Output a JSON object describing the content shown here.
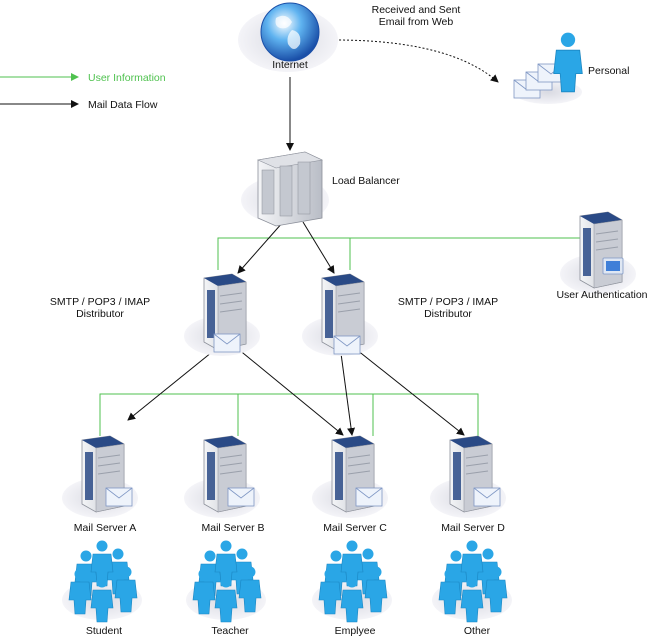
{
  "legend": {
    "user_information": "User Information",
    "mail_data_flow": "Mail Data Flow"
  },
  "nodes": {
    "internet": "Internet",
    "internet_note_line1": "Received and Sent",
    "internet_note_line2": "Email from Web",
    "personal": "Personal",
    "load_balancer": "Load Balancer",
    "user_authentication": "User Authentication",
    "distributor_line1": "SMTP / POP3 / IMAP",
    "distributor_line2": "Distributor",
    "mail_server_a": "Mail Server A",
    "mail_server_b": "Mail Server B",
    "mail_server_c": "Mail Server C",
    "mail_server_d": "Mail Server D",
    "group_student": "Student",
    "group_teacher": "Teacher",
    "group_emplyee": "Emplyee",
    "group_other": "Other"
  },
  "colors": {
    "user_info_line": "#4fc24f",
    "data_flow_line": "#111111",
    "server_body": "#d8dadf",
    "server_accent": "#2a4a86",
    "people": "#2aa6e6",
    "shadow": "#e9e9ee"
  }
}
